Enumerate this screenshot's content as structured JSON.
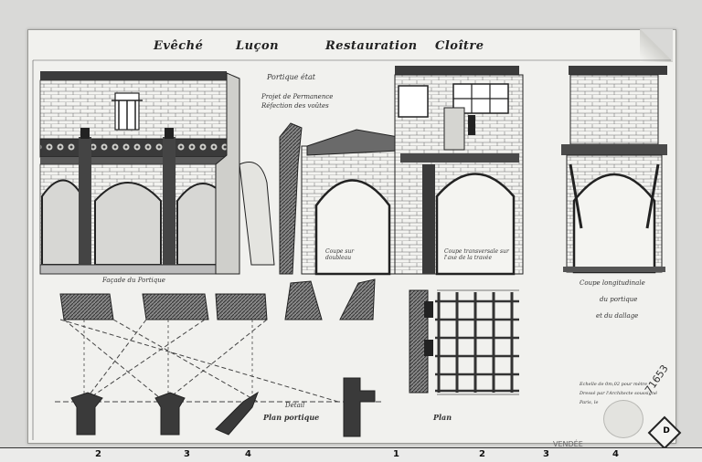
{
  "title": {
    "word1": "Evêché",
    "word2": "Luçon",
    "word3": "Restauration",
    "word4": "Cloître"
  },
  "labels": {
    "portique_etat": "Portique état",
    "projet": "Projet de Permanence",
    "refection": "Réfection des voûtes",
    "facade": "Façade du Portique",
    "coupe_doubleau": "Coupe sur doubleau",
    "coupe_transversale": "Coupe transversale sur l'axe de la travée",
    "coupe_longitudinale_1": "Coupe longitudinale",
    "coupe_longitudinale_2": "du portique",
    "coupe_longitudinale_3": "et du dallage",
    "detail": "Détail",
    "plan_portique": "Plan portique",
    "plan": "Plan",
    "echelle_1": "Echelle de 0m,02 pour mètre",
    "echelle_2": "Dressé par l'Architecte soussigné",
    "echelle_3": "Paris, le",
    "inventory": "71653",
    "badge": "D",
    "vendee": "VENDÉE"
  },
  "ruler": [
    "2",
    "3",
    "4",
    "1",
    "2",
    "3",
    "4"
  ],
  "colors": {
    "paper": "#f1f1ee",
    "ink": "#2a2a2a",
    "hatch": "#555555"
  }
}
